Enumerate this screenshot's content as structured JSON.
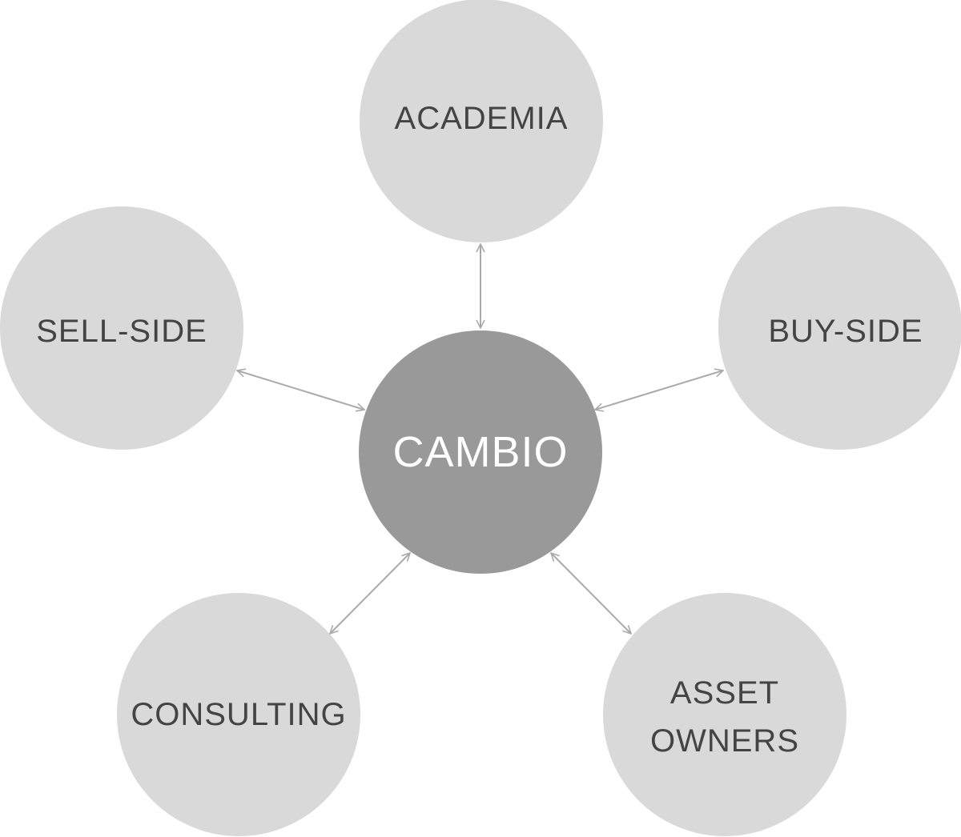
{
  "hub": {
    "label": "CAMBIO",
    "color": "#999999"
  },
  "nodes": [
    {
      "id": "academia",
      "lines": [
        "ACADEMIA"
      ]
    },
    {
      "id": "sell-side",
      "lines": [
        "SELL-SIDE"
      ]
    },
    {
      "id": "buy-side",
      "lines": [
        "BUY-SIDE"
      ]
    },
    {
      "id": "consulting",
      "lines": [
        "CONSULTING"
      ]
    },
    {
      "id": "asset-owners",
      "lines": [
        "ASSET",
        "OWNERS"
      ]
    }
  ],
  "colors": {
    "node": "#d9d9d9",
    "text": "#444444",
    "link": "#aaaaaa"
  }
}
